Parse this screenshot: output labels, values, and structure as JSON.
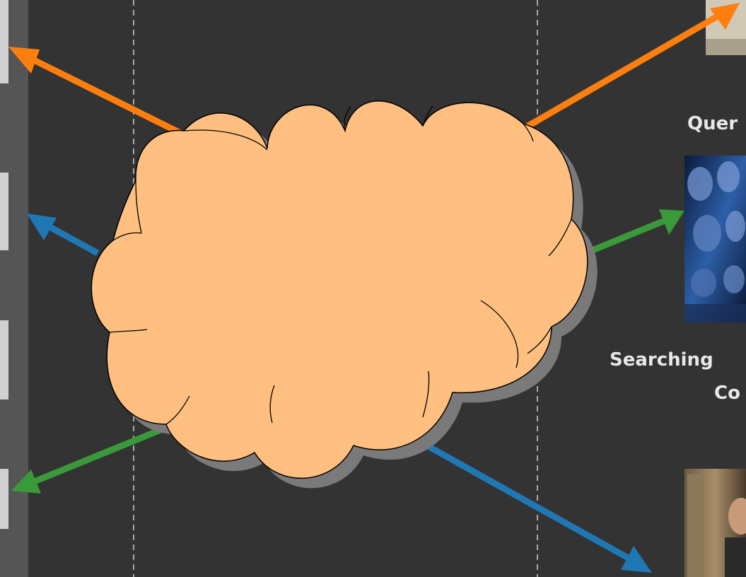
{
  "captions": {
    "query_label": "Quer",
    "searching_line1": "Searching",
    "searching_line2": "Co"
  },
  "colors": {
    "background": "#333333",
    "left_strip": "#555555",
    "left_tabs": "#d0d0d0",
    "cloud_fill": "#ffbf80",
    "cloud_shadow": "#7a7a7a",
    "dashed_lines": "#cfcfcf",
    "arrow_orange": "#ff7f0e",
    "arrow_blue": "#1f77b4",
    "arrow_green": "#3a9a3a"
  },
  "images": [
    {
      "name": "query-photo-thumbnail",
      "description": "photo"
    },
    {
      "name": "brain-scans-image",
      "description": "brain MRI scan"
    },
    {
      "name": "library-person-photo",
      "description": "person in library"
    }
  ]
}
